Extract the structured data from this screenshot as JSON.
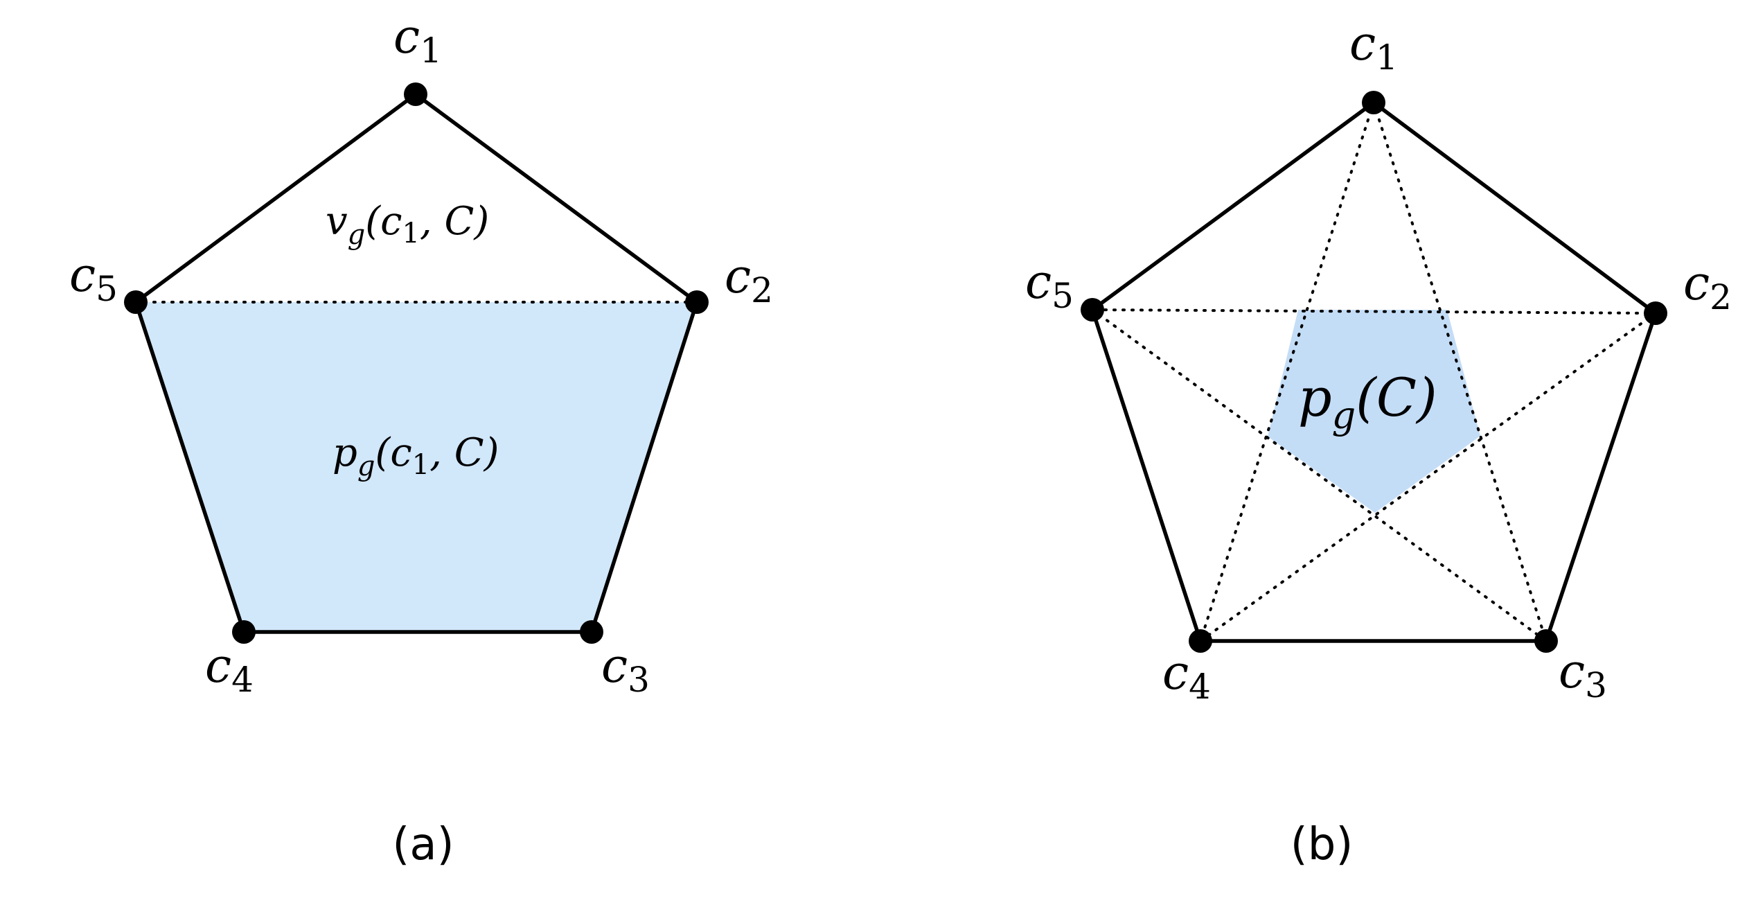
{
  "colors": {
    "region_a": "#d1e7fa",
    "region_b": "#c4ddf7",
    "stroke": "#000000"
  },
  "panel_a": {
    "caption": "(a)",
    "labels": {
      "c1": {
        "base": "c",
        "sub": "1"
      },
      "c2": {
        "base": "c",
        "sub": "2"
      },
      "c3": {
        "base": "c",
        "sub": "3"
      },
      "c4": {
        "base": "c",
        "sub": "4"
      },
      "c5": {
        "base": "c",
        "sub": "5"
      }
    },
    "vertex_region": {
      "fn": "v",
      "sub": "g",
      "args": "(c",
      "arg_sub": "1",
      "rest": ", C)"
    },
    "polygon_region": {
      "fn": "p",
      "sub": "g",
      "args": "(c",
      "arg_sub": "1",
      "rest": ", C)"
    }
  },
  "panel_b": {
    "caption": "(b)",
    "labels": {
      "c1": {
        "base": "c",
        "sub": "1"
      },
      "c2": {
        "base": "c",
        "sub": "2"
      },
      "c3": {
        "base": "c",
        "sub": "3"
      },
      "c4": {
        "base": "c",
        "sub": "4"
      },
      "c5": {
        "base": "c",
        "sub": "5"
      }
    },
    "polygon_region": {
      "fn": "p",
      "sub": "g",
      "args": "(C)"
    }
  }
}
